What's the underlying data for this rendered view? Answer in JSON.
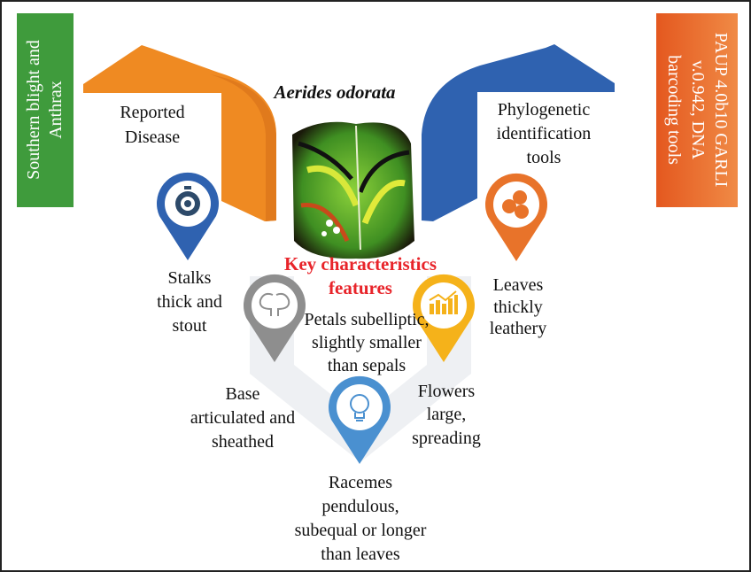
{
  "title": "Aerides odorata",
  "key_heading": [
    "Key characteristics",
    "features"
  ],
  "left_box": {
    "lines": [
      "Southern blight and",
      "Anthrax"
    ],
    "color": "#3f9b3c"
  },
  "right_box": {
    "lines": [
      "PAUP 4.0b10 GARLI",
      "v.0.942, DNA",
      "barcoding tools"
    ],
    "color": "#ea6a25"
  },
  "left_arrow": {
    "lines": [
      "Reported",
      "Disease"
    ],
    "color": "#ef8a22"
  },
  "right_arrow": {
    "lines": [
      "Phylogenetic",
      "identification",
      "tools"
    ],
    "color": "#2f62b0"
  },
  "features": [
    {
      "icon": "stopwatch-gear-icon",
      "color": "#2f62b0",
      "lines": [
        "Stalks",
        "thick and",
        "stout"
      ]
    },
    {
      "icon": "speech-bubbles-icon",
      "color": "#e8732a",
      "lines": [
        "Leaves",
        "thickly",
        "leathery"
      ]
    },
    {
      "icon": "heads-icon",
      "color": "#8e8e8e",
      "lines": [
        "Base",
        "articulated and",
        "sheathed"
      ]
    },
    {
      "icon": "bar-chart-icon",
      "color": "#f5b21a",
      "lines": [
        "Flowers",
        "large,",
        "spreading"
      ]
    },
    {
      "icon": "light-bulb-icon",
      "color": "#4a90d0",
      "lines": [
        "Racemes",
        "pendulous,",
        "subequal or longer",
        "than leaves"
      ]
    }
  ],
  "center_text": [
    "Petals subelliptic,",
    "slightly smaller",
    "than sepals"
  ]
}
